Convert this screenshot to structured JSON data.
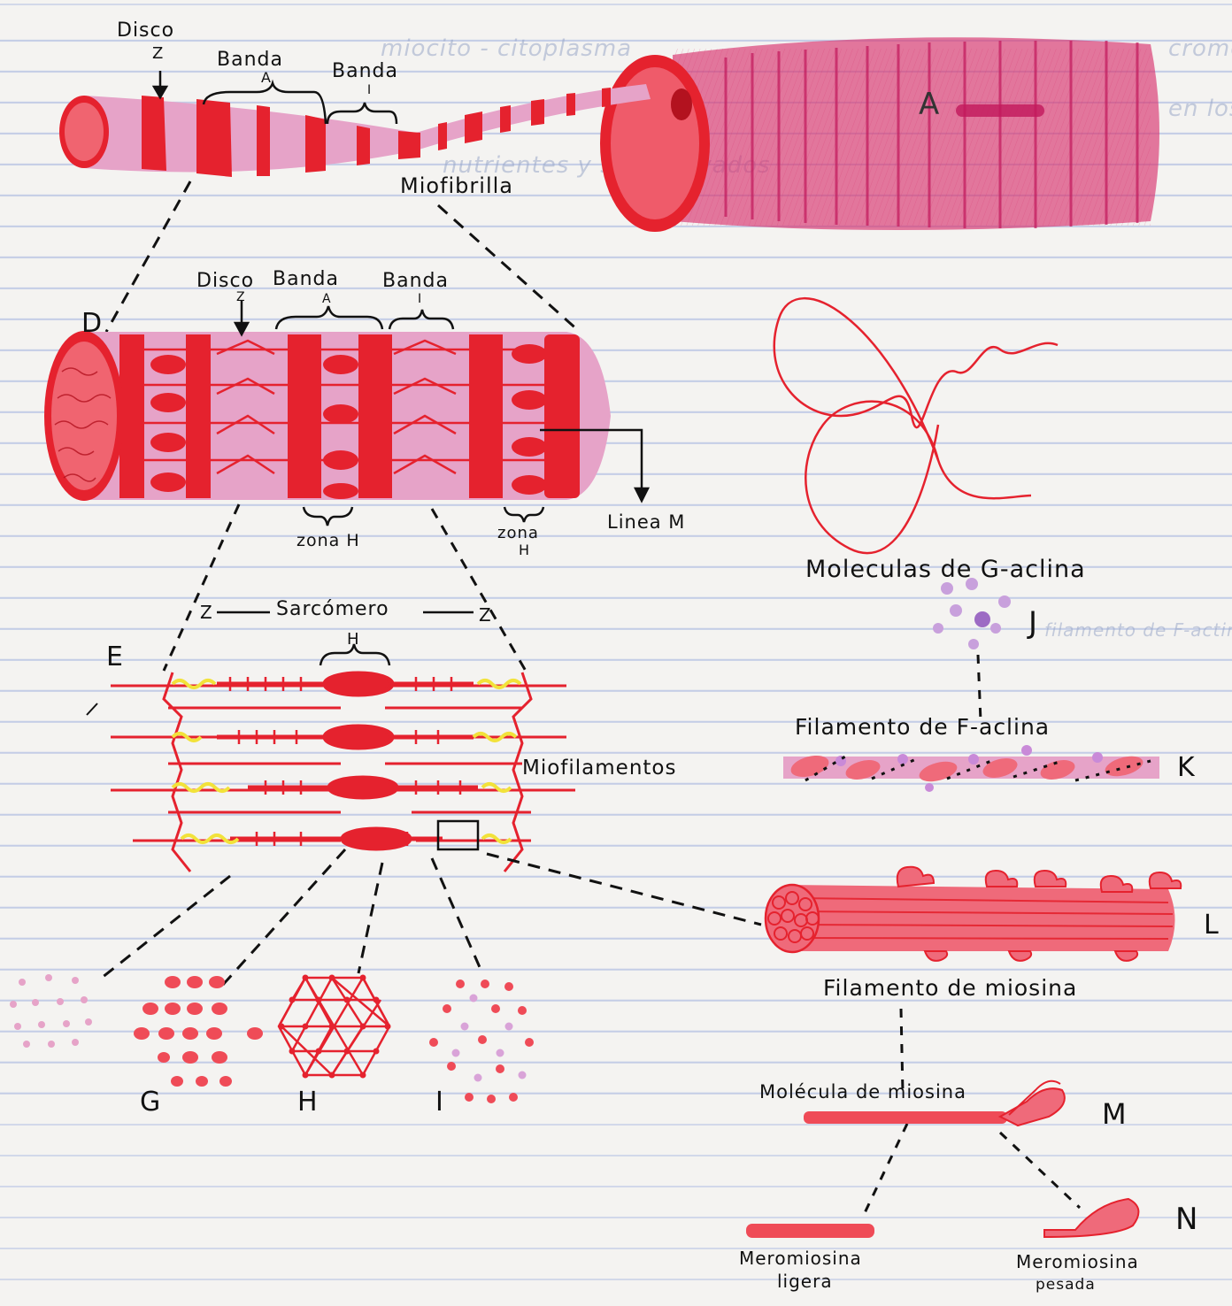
{
  "labels": {
    "myofibril": {
      "disc": "Disco",
      "disc_z": "Z",
      "band_a": "Banda",
      "band_a_letter": "A",
      "band_i": "Banda",
      "band_i_letter": "I",
      "myofibril": "Miofibrilla"
    },
    "fiber_letter_A": "A",
    "panel_D": {
      "letter": "D",
      "disc": "Disco",
      "disc_z": "Z",
      "band_a": "Banda",
      "band_a_letter": "A",
      "band_i": "Banda",
      "band_i_letter": "I",
      "zone_h_1": "zona H",
      "zone_h_2_line1": "zona",
      "zone_h_2_line2": "H",
      "line_m": "Linea M"
    },
    "panel_E": {
      "letter": "E",
      "z_left": "Z",
      "sarcomere": "Sarcómero",
      "z_right": "Z",
      "h": "H",
      "myofilaments": "Miofilamentos"
    },
    "cross_sections": {
      "g": "G",
      "h": "H",
      "i": "I"
    },
    "right_column": {
      "g_actin": "Moleculas de G-aclina",
      "j": "J",
      "f_actin": "Filamento de F-aclina",
      "k": "K",
      "myosin_filament": "Filamento de miosina",
      "l": "L",
      "myosin_molecule": "Molécula de miosina",
      "m": "M",
      "light_meromyosin_line1": "Meromiosina",
      "light_meromyosin_line2": "ligera",
      "heavy_meromyosin_line1": "Meromiosina",
      "heavy_meromyosin_line2": "pesada",
      "n": "N"
    }
  },
  "ghost_text": {
    "t1": "cromo",
    "t2": "miocito - citoplasma",
    "t3": "en los",
    "t4": "nutrientes y sus derivados",
    "t5": "filamento de F-actina"
  },
  "colors": {
    "red": "#e5222e",
    "pink": "#e6a3c8",
    "magenta": "#d9336e",
    "yellow": "#f2e23a",
    "purple": "#b68ad0",
    "ink": "#111111",
    "ruled_line": "#c4cde6"
  }
}
